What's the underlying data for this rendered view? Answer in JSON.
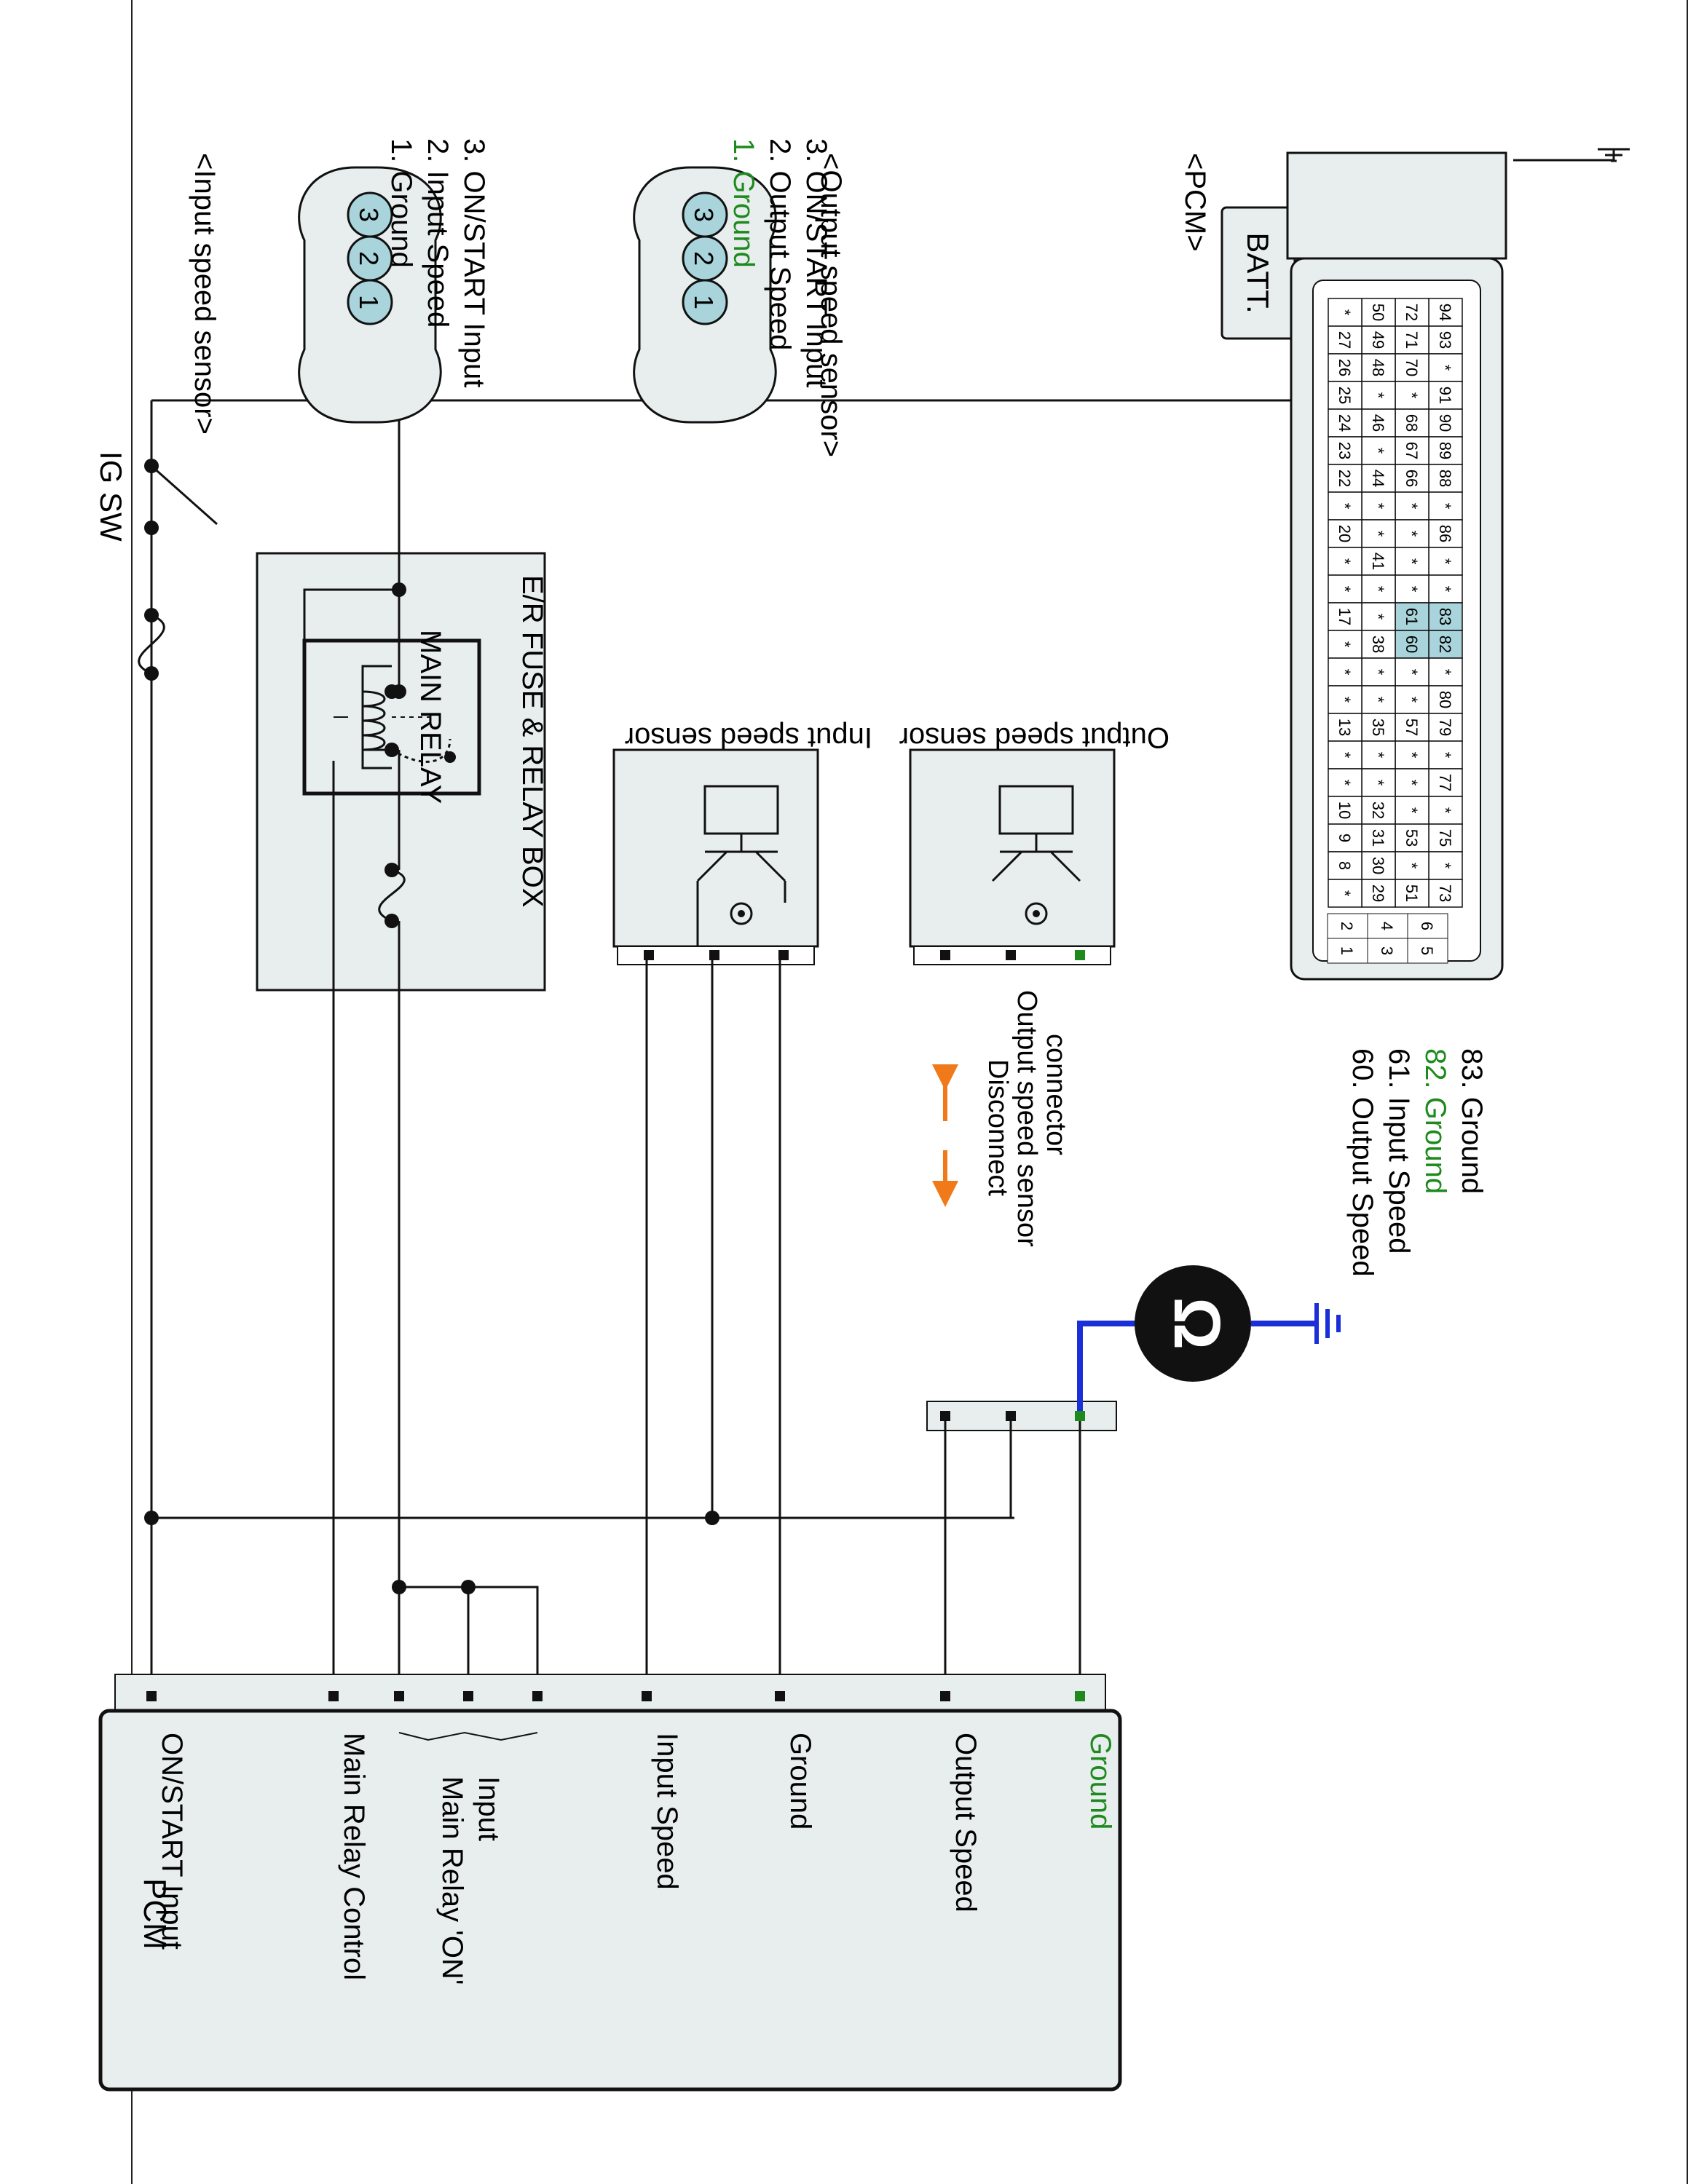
{
  "colors": {
    "wire": "#111111",
    "ground_highlight": "#1e8a1e",
    "ground_wire": "#1a2fd8",
    "arrow": "#f07a1a",
    "box_fill": "#e8eeee",
    "pin_highlight": "#a9d4dc",
    "connector_pin_fill": "#a9d4dc"
  },
  "components": {
    "battery": "BATT.",
    "ig_switch": "IG SW",
    "main_relay": "MAIN RELAY",
    "fuse_box": "E/R FUSE & RELAY BOX",
    "input_sensor": "Input speed sensor",
    "output_sensor": "Output speed sensor",
    "pcm": "PCM",
    "disconnect_note": [
      "Disconnect",
      "Output speed sensor",
      "connector"
    ]
  },
  "pcm_terminals": {
    "on_start": "ON/START Input",
    "main_relay_control": "Main Relay Control",
    "main_relay_on": [
      "Main Relay 'ON'",
      "Input"
    ],
    "input_speed": "Input Speed",
    "ground1": "Ground",
    "output_speed": "Output Speed",
    "ground2": "Ground"
  },
  "legends": {
    "input_sensor": {
      "title": "<Input speed sensor>",
      "items": [
        "1. Ground",
        "2. Input Speed",
        "3. ON/START Input"
      ]
    },
    "output_sensor": {
      "title": "<Output speed sensor>",
      "items": [
        "1. Ground",
        "2. Output Speed",
        "3. ON/START Input"
      ]
    },
    "pcm": {
      "title": "<PCM>",
      "items": [
        "60. Output Speed",
        "61. Input Speed",
        "82. Ground",
        "83. Ground"
      ]
    }
  },
  "connector_pins": [
    "3",
    "2",
    "1"
  ],
  "pcm_connector": {
    "rows": [
      [
        "94",
        "93",
        "*",
        "91",
        "90",
        "89",
        "88",
        "*",
        "86",
        "*",
        "*",
        "83",
        "82",
        "*",
        "80",
        "79",
        "*",
        "77",
        "*",
        "75",
        "*",
        "73"
      ],
      [
        "72",
        "71",
        "70",
        "*",
        "68",
        "67",
        "66",
        "*",
        "*",
        "*",
        "*",
        "61",
        "60",
        "*",
        "*",
        "57",
        "*",
        "*",
        "*",
        "53",
        "*",
        "51"
      ],
      [
        "50",
        "49",
        "48",
        "*",
        "46",
        "*",
        "44",
        "*",
        "*",
        "41",
        "*",
        "*",
        "38",
        "*",
        "*",
        "35",
        "*",
        "*",
        "32",
        "31",
        "30",
        "29"
      ],
      [
        "*",
        "27",
        "26",
        "25",
        "24",
        "23",
        "22",
        "*",
        "20",
        "*",
        "*",
        "17",
        "*",
        "*",
        "*",
        "13",
        "*",
        "*",
        "10",
        "9",
        "8",
        "*"
      ]
    ],
    "small_block": [
      [
        "6",
        "5"
      ],
      [
        "4",
        "3"
      ],
      [
        "2",
        "1"
      ]
    ],
    "highlight": [
      "83",
      "82",
      "61",
      "60"
    ]
  }
}
